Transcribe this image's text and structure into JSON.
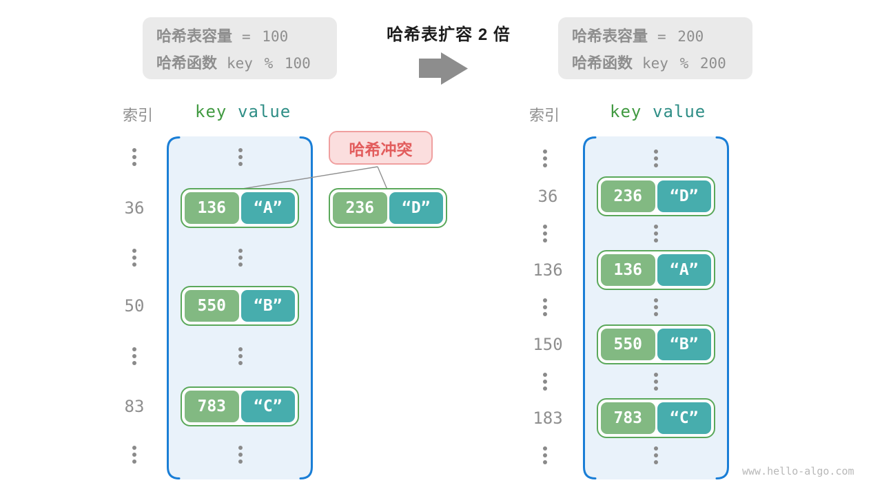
{
  "title": "哈希表扩容 2 倍",
  "watermark": "www.hello-algo.com",
  "collision": {
    "label": "哈希冲突"
  },
  "info_box_before": {
    "capacity_label": "哈希表容量",
    "capacity_value": "= 100",
    "hash_label": "哈希函数",
    "hash_value": "key % 100"
  },
  "info_box_after": {
    "capacity_label": "哈希表容量",
    "capacity_value": "= 200",
    "hash_label": "哈希函数",
    "hash_value": "key % 200"
  },
  "table_before": {
    "index_header": "索引",
    "key_header": "key",
    "value_header": "value",
    "entries": [
      {
        "index": "36",
        "key": "136",
        "value": "“A”"
      },
      {
        "index": "50",
        "key": "550",
        "value": "“B”"
      },
      {
        "index": "83",
        "key": "783",
        "value": "“C”"
      }
    ]
  },
  "collision_pair": {
    "key": "236",
    "value": "“D”"
  },
  "table_after": {
    "index_header": "索引",
    "key_header": "key",
    "value_header": "value",
    "entries": [
      {
        "index": "36",
        "key": "236",
        "value": "“D”"
      },
      {
        "index": "136",
        "key": "136",
        "value": "“A”"
      },
      {
        "index": "150",
        "key": "550",
        "value": "“B”"
      },
      {
        "index": "183",
        "key": "783",
        "value": "“C”"
      }
    ]
  },
  "colors": {
    "accent-blue": "#1a7ed6",
    "container-fill": "#e9f2fa",
    "green-border": "#5aa85a",
    "green-fill": "#82b982",
    "teal-fill": "#47adad",
    "red-text": "#e25c5c",
    "red-border": "#f09f9f",
    "red-fill": "#fbdede",
    "gray-text": "#8e8e8e",
    "gray-box": "#eaeaea",
    "key-header": "#419a41",
    "value-header": "#2f8e86"
  }
}
